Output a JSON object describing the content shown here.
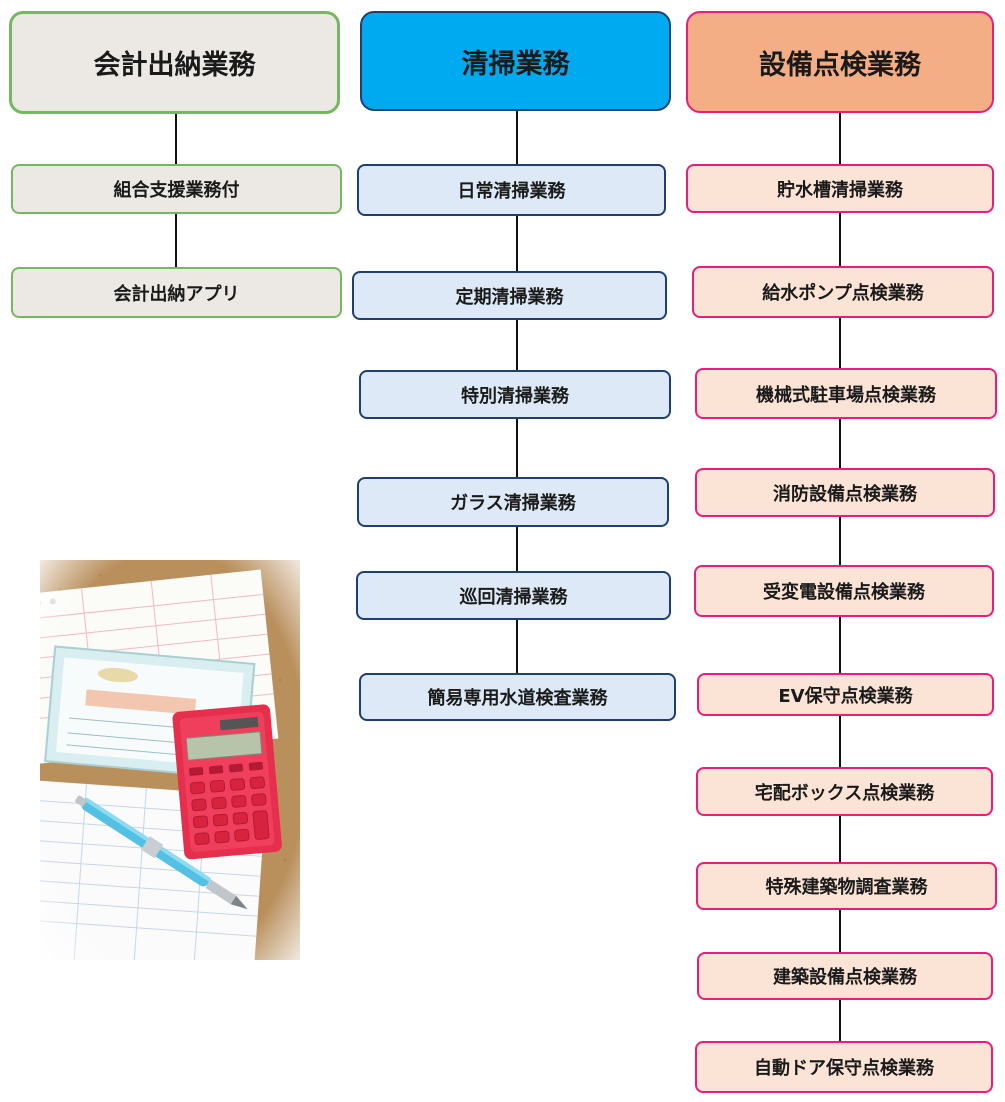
{
  "accounting": {
    "title": "会計出納業務",
    "items": [
      "組合支援業務付",
      "会計出納アプリ"
    ]
  },
  "cleaning": {
    "title": "清掃業務",
    "items": [
      "日常清掃業務",
      "定期清掃業務",
      "特別清掃業務",
      "ガラス清掃業務",
      "巡回清掃業務",
      "簡易専用水道検査業務"
    ]
  },
  "equipment": {
    "title": "設備点検業務",
    "items": [
      "貯水槽清掃業務",
      "給水ポンプ点検業務",
      "機械式駐車場点検業務",
      "消防設備点検業務",
      "受変電設備点検業務",
      "EV保守点検業務",
      "宅配ボックス点検業務",
      "特殊建築物調査業務",
      "建築設備点検業務",
      "自動ドア保守点検業務"
    ]
  },
  "colors": {
    "accounting_border": "#76b860",
    "accounting_fill": "#ece9e4",
    "cleaning_header": "#00aaf0",
    "cleaning_fill": "#dde9f6",
    "cleaning_border": "#1d3f72",
    "equipment_header": "#f3ae86",
    "equipment_fill": "#fbe4d6",
    "equipment_border": "#e91e7b"
  },
  "photo": {
    "subject": "calculator-pen-ledger-photo"
  }
}
